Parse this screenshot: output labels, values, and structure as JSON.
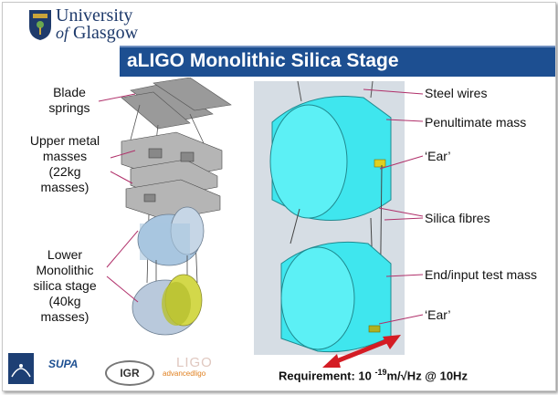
{
  "header": {
    "university_line1": "University",
    "university_line2_prefix": "of",
    "university_line2_name": "Glasgow"
  },
  "title": "aLIGO Monolithic Silica Stage",
  "left_labels": {
    "blade_springs": [
      "Blade",
      "springs"
    ],
    "upper_masses": [
      "Upper metal",
      "masses",
      "(22kg",
      "masses)"
    ],
    "lower_stage": [
      "Lower",
      "Monolithic",
      "silica stage",
      "(40kg",
      "masses)"
    ]
  },
  "right_labels": {
    "steel_wires": "Steel wires",
    "penultimate_mass": "Penultimate mass",
    "ear_top": "‘Ear’",
    "silica_fibres": "Silica fibres",
    "test_mass": "End/input test mass",
    "ear_bottom": "‘Ear’"
  },
  "requirement": {
    "prefix": "Requirement: 10 ",
    "exponent": "-19",
    "suffix": "m/√Hz @ 10Hz"
  },
  "footer": {
    "supa": "SUPA",
    "igr": "IGR",
    "advligo": "advancedligo",
    "ligo": "LIGO"
  },
  "colors": {
    "title_bar": "#1d4f91",
    "mass_cyan": "#3fe6ee",
    "pointer_line": "#b0306a",
    "arrow_red": "#d41c24"
  }
}
